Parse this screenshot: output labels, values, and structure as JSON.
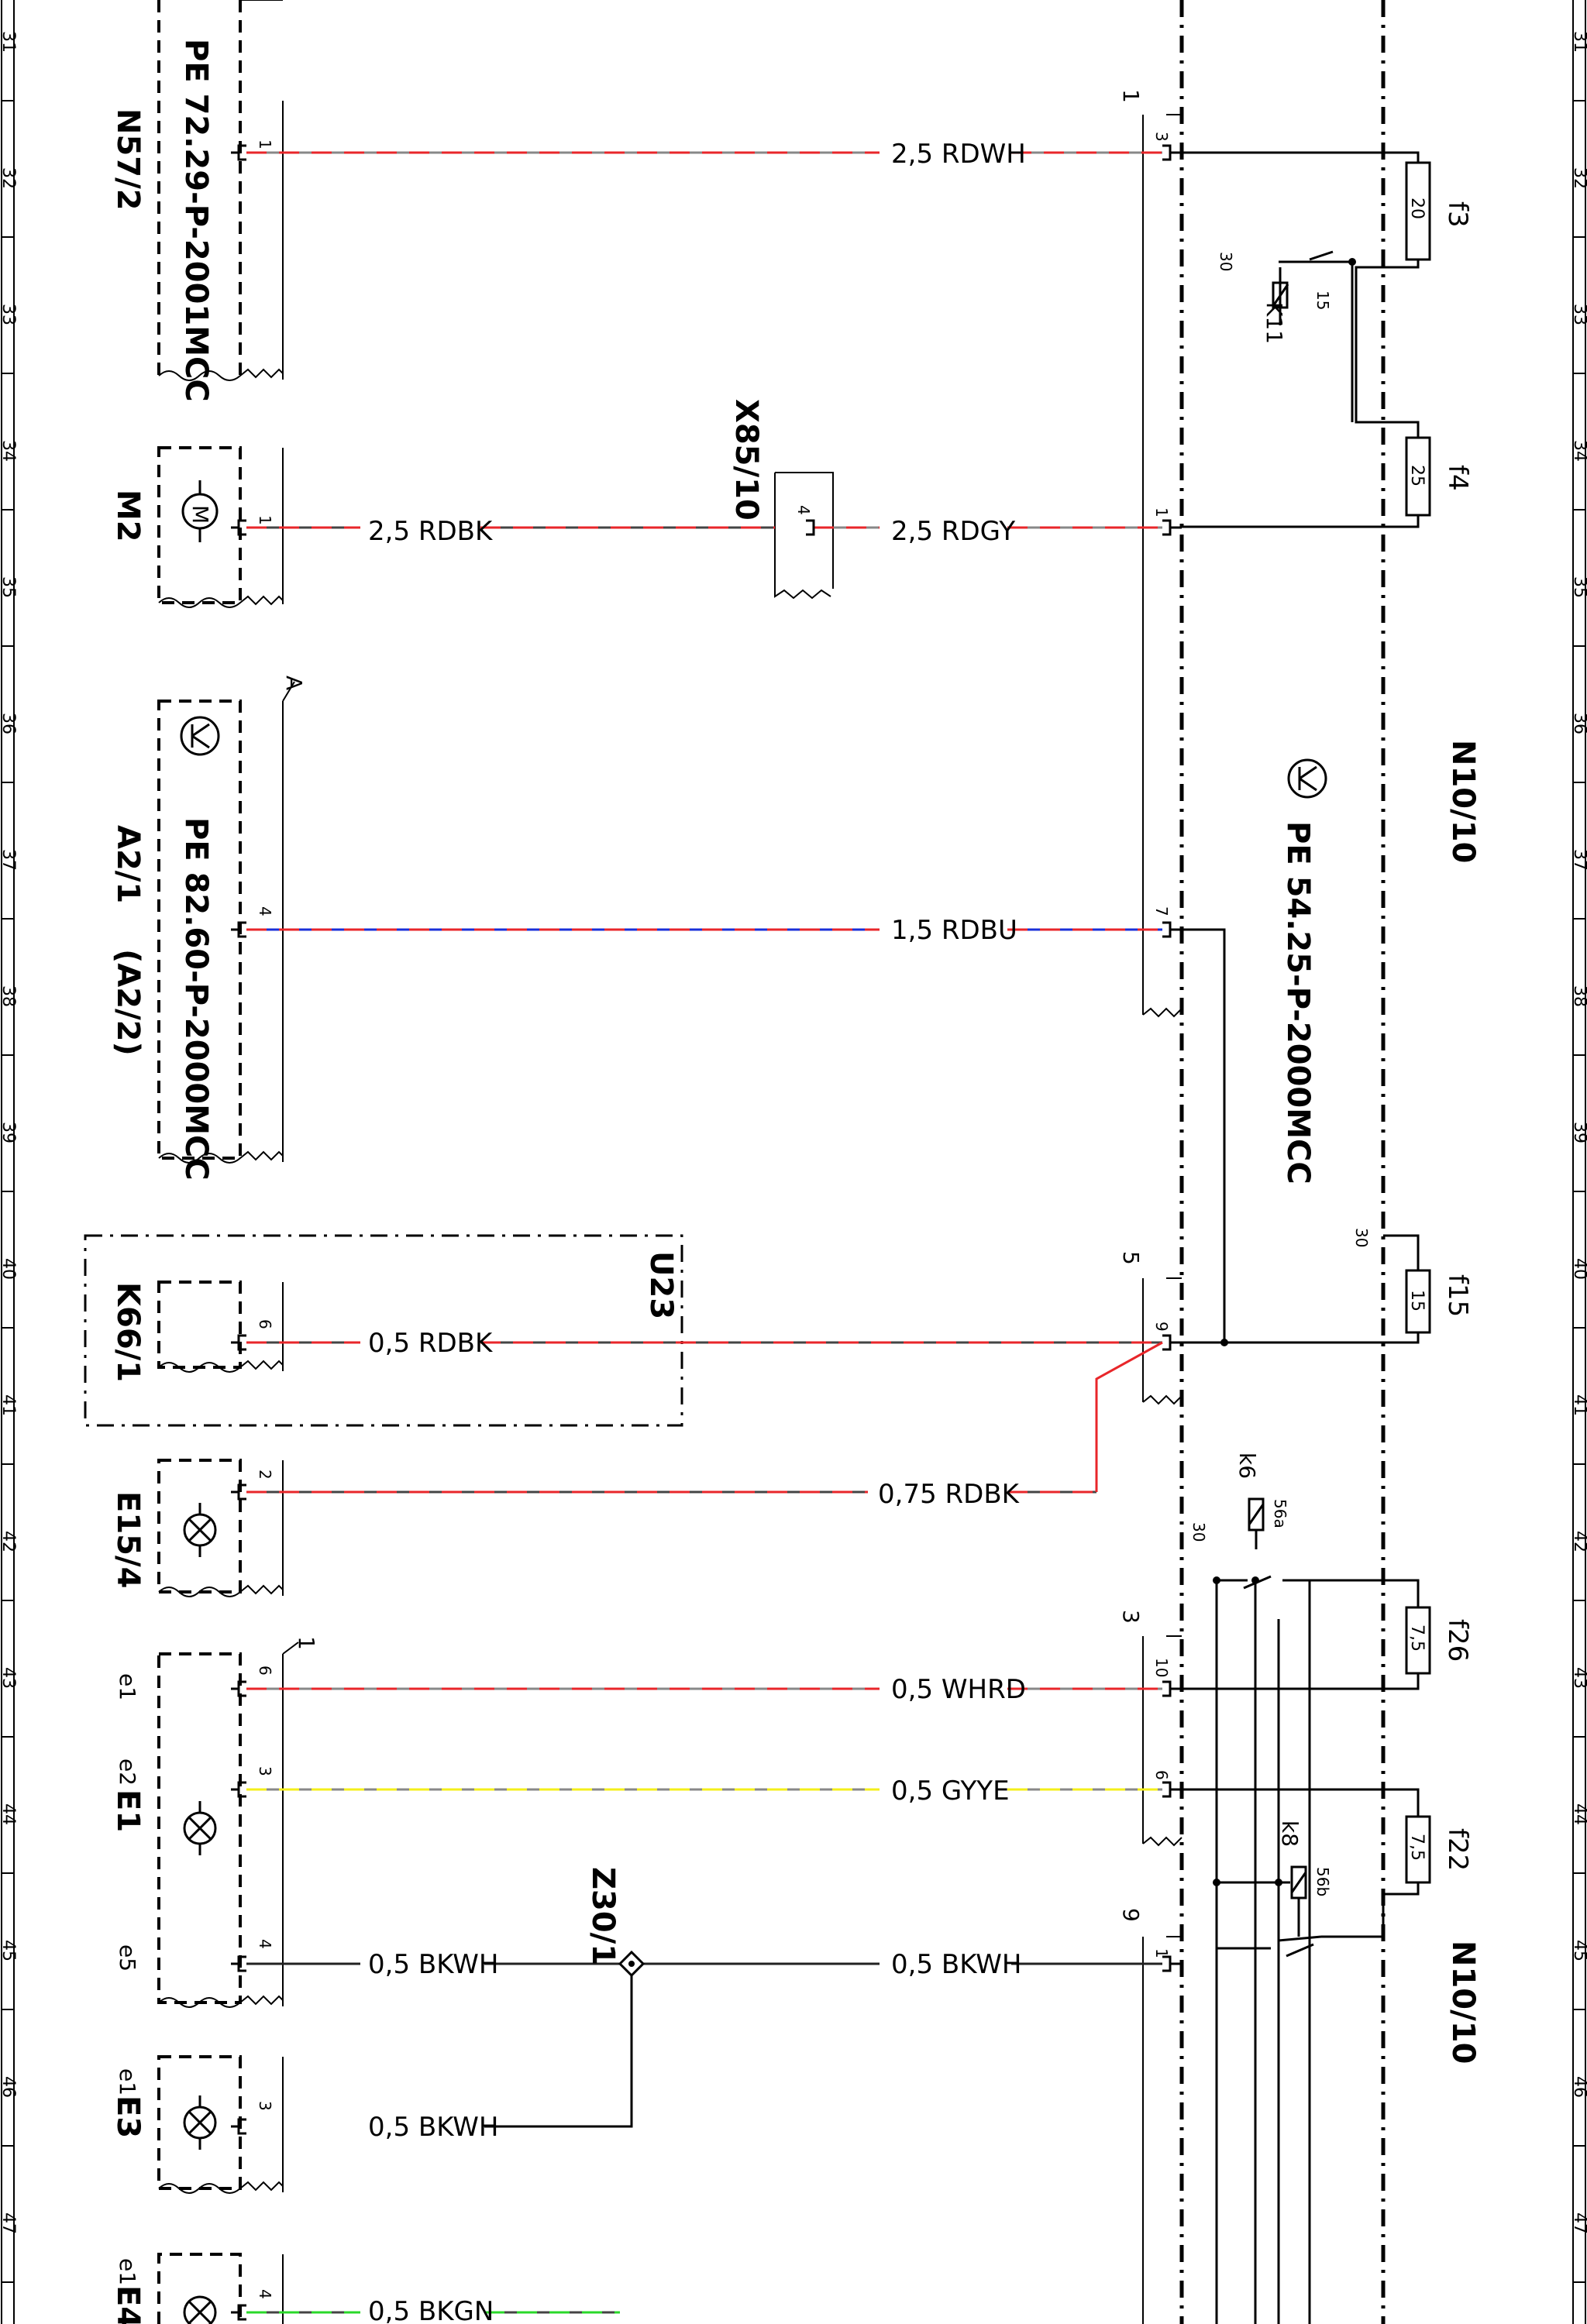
{
  "ruler": {
    "numbers": [
      "31",
      "32",
      "33",
      "34",
      "35",
      "36",
      "37",
      "38",
      "39",
      "40",
      "41",
      "42",
      "43",
      "44",
      "45",
      "46",
      "47"
    ]
  },
  "components": {
    "n57_2": {
      "label": "N57/2",
      "ref": "PE 72.29-P-2001MCC",
      "pin": "1"
    },
    "m2": {
      "label": "M2",
      "pin": "1",
      "symbol": "M"
    },
    "a2_1": {
      "label": "A2/1",
      "label2": "(A2/2)",
      "ref": "PE 82.60-P-2000MCC",
      "pin": "4",
      "group_letter": "A"
    },
    "u23": {
      "label": "U23"
    },
    "k66_1": {
      "label": "K66/1",
      "pin": "6"
    },
    "e15_4": {
      "label": "E15/4",
      "pin": "2"
    },
    "e1": {
      "label": "E1",
      "sub1": "e1",
      "sub2": "e2",
      "sub3": "e5",
      "pin1": "6",
      "pin2": "3",
      "pin3": "4",
      "group_num": "1"
    },
    "e3": {
      "label": "E3",
      "sub": "e1",
      "pin": "3"
    },
    "e4": {
      "label": "E4",
      "sub": "e1",
      "pin": "4"
    },
    "x85_10": {
      "label": "X85/10",
      "pin": "4"
    },
    "z30_1": {
      "label": "Z30/1"
    },
    "n10_10": {
      "label": "N10/10",
      "label_lower": "N10/10",
      "ref": "PE 54.25-P-2000MCC"
    },
    "k11": {
      "label": "K11",
      "pin_a": "30",
      "pin_b": "15"
    },
    "k6": {
      "label": "k6",
      "pin_a": "56a",
      "pin_b": "30"
    },
    "k8": {
      "label": "k8",
      "pin_a": "56b"
    }
  },
  "connectors": {
    "c1": {
      "group": "1",
      "pins": [
        "3",
        "1",
        "7"
      ]
    },
    "c5": {
      "group": "5",
      "pins": [
        "9"
      ]
    },
    "c3": {
      "group": "3",
      "pins": [
        "10",
        "6"
      ]
    },
    "c9": {
      "group": "9",
      "pins": [
        "1"
      ]
    }
  },
  "fuses": [
    {
      "name": "f3",
      "value": "20"
    },
    {
      "name": "f4",
      "value": "25"
    },
    {
      "name": "f15",
      "value": "15",
      "pin": "30"
    },
    {
      "name": "f26",
      "value": "7,5"
    },
    {
      "name": "f22",
      "value": "7,5"
    }
  ],
  "wires": {
    "w_n57": {
      "label": "2,5 RDWH",
      "colors": [
        "#e8262a",
        "#888888"
      ]
    },
    "w_m2": {
      "label": "2,5 RDBK",
      "colors": [
        "#e8262a",
        "#444444"
      ]
    },
    "w_x85": {
      "label": "2,5 RDGY",
      "colors": [
        "#e8262a",
        "#888888"
      ]
    },
    "w_a2": {
      "label": "1,5 RDBU",
      "colors": [
        "#e8262a",
        "#1a2fd8"
      ]
    },
    "w_k66": {
      "label": "0,5 RDBK",
      "colors": [
        "#e8262a",
        "#444444"
      ]
    },
    "w_e15": {
      "label": "0,75 RDBK",
      "colors": [
        "#e8262a",
        "#444444"
      ]
    },
    "w_e1a": {
      "label": "0,5 WHRD",
      "colors": [
        "#e8262a",
        "#888888"
      ]
    },
    "w_e1b": {
      "label": "0,5 GYYE",
      "colors": [
        "#f4ef1a",
        "#888888"
      ]
    },
    "w_e1c": {
      "label": "0,5 BKWH",
      "colors": [
        "#222222"
      ]
    },
    "w_z30": {
      "label": "0,5 BKWH",
      "colors": [
        "#222222"
      ]
    },
    "w_e3": {
      "label": "0,5 BKWH",
      "colors": [
        "#222222"
      ]
    },
    "w_e4": {
      "label": "0,5 BKGN",
      "colors": [
        "#2ad82a",
        "#444444"
      ]
    }
  }
}
